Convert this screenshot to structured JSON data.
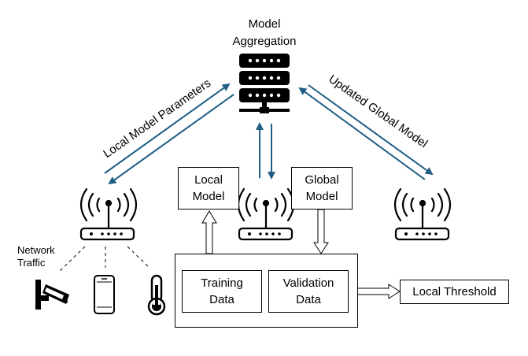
{
  "server": {
    "title_line1": "Model",
    "title_line2": "Aggregation",
    "icon": "server-rack-icon"
  },
  "arrows": {
    "left_label": "Local Model Parameters",
    "right_label": "Updated Global Model",
    "color": "#1f5f86"
  },
  "devices": {
    "router_icon": "wireless-router-icon",
    "traffic_label_line1": "Network",
    "traffic_label_line2": "Traffic",
    "camera_icon": "security-camera-icon",
    "phone_icon": "smartphone-icon",
    "thermometer_icon": "thermometer-icon"
  },
  "boxes": {
    "local_model_line1": "Local",
    "local_model_line2": "Model",
    "global_model_line1": "Global",
    "global_model_line2": "Model",
    "training_line1": "Training",
    "training_line2": "Data",
    "validation_line1": "Validation",
    "validation_line2": "Data",
    "threshold": "Local Threshold"
  }
}
